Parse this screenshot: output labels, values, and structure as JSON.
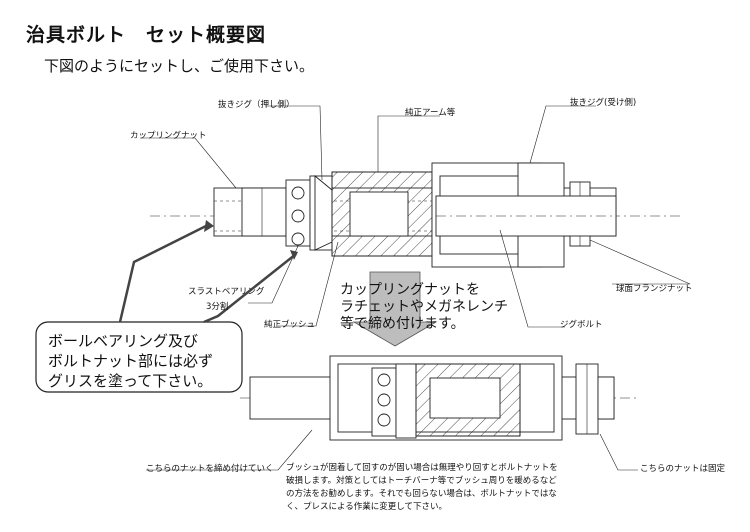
{
  "title": "治具ボルト　セット概要図",
  "subtitle": "下図のようにセットし、ご使用下さい。",
  "labels": {
    "push_jig": "抜きジグ（押し側）",
    "arm": "純正アーム等",
    "receive_jig": "抜きジグ(受け側)",
    "coupling_nut": "カップリングナット",
    "flange_nut": "球面フランジナット",
    "thrust_bearing": "スラストベアリング",
    "split3": "3分割",
    "bush": "純正ブッシュ",
    "jig_bolt": "ジグボルト",
    "tighten_side": "こちらのナットを締め付けていく",
    "fixed_side": "こちらのナットは固定"
  },
  "instruction_lines": [
    "カップリングナットを",
    "ラチェットやメガネレンチ",
    "等で締め付けます。"
  ],
  "callout_lines": [
    "ボールベアリング及び",
    "ボルトナット部には必ず",
    "グリスを塗って下さい。"
  ],
  "note_lines": [
    "ブッシュが固着して回すのが固い場合は無理やり回すとボルトナットを",
    "破損します。対策としてはトーチバーナ等でブッシュ周りを暖めるなど",
    "の方法をお勧めします。それでも回らない場合は、ボルトナットではな",
    "く、プレスによる作業に変更して下さい。"
  ]
}
